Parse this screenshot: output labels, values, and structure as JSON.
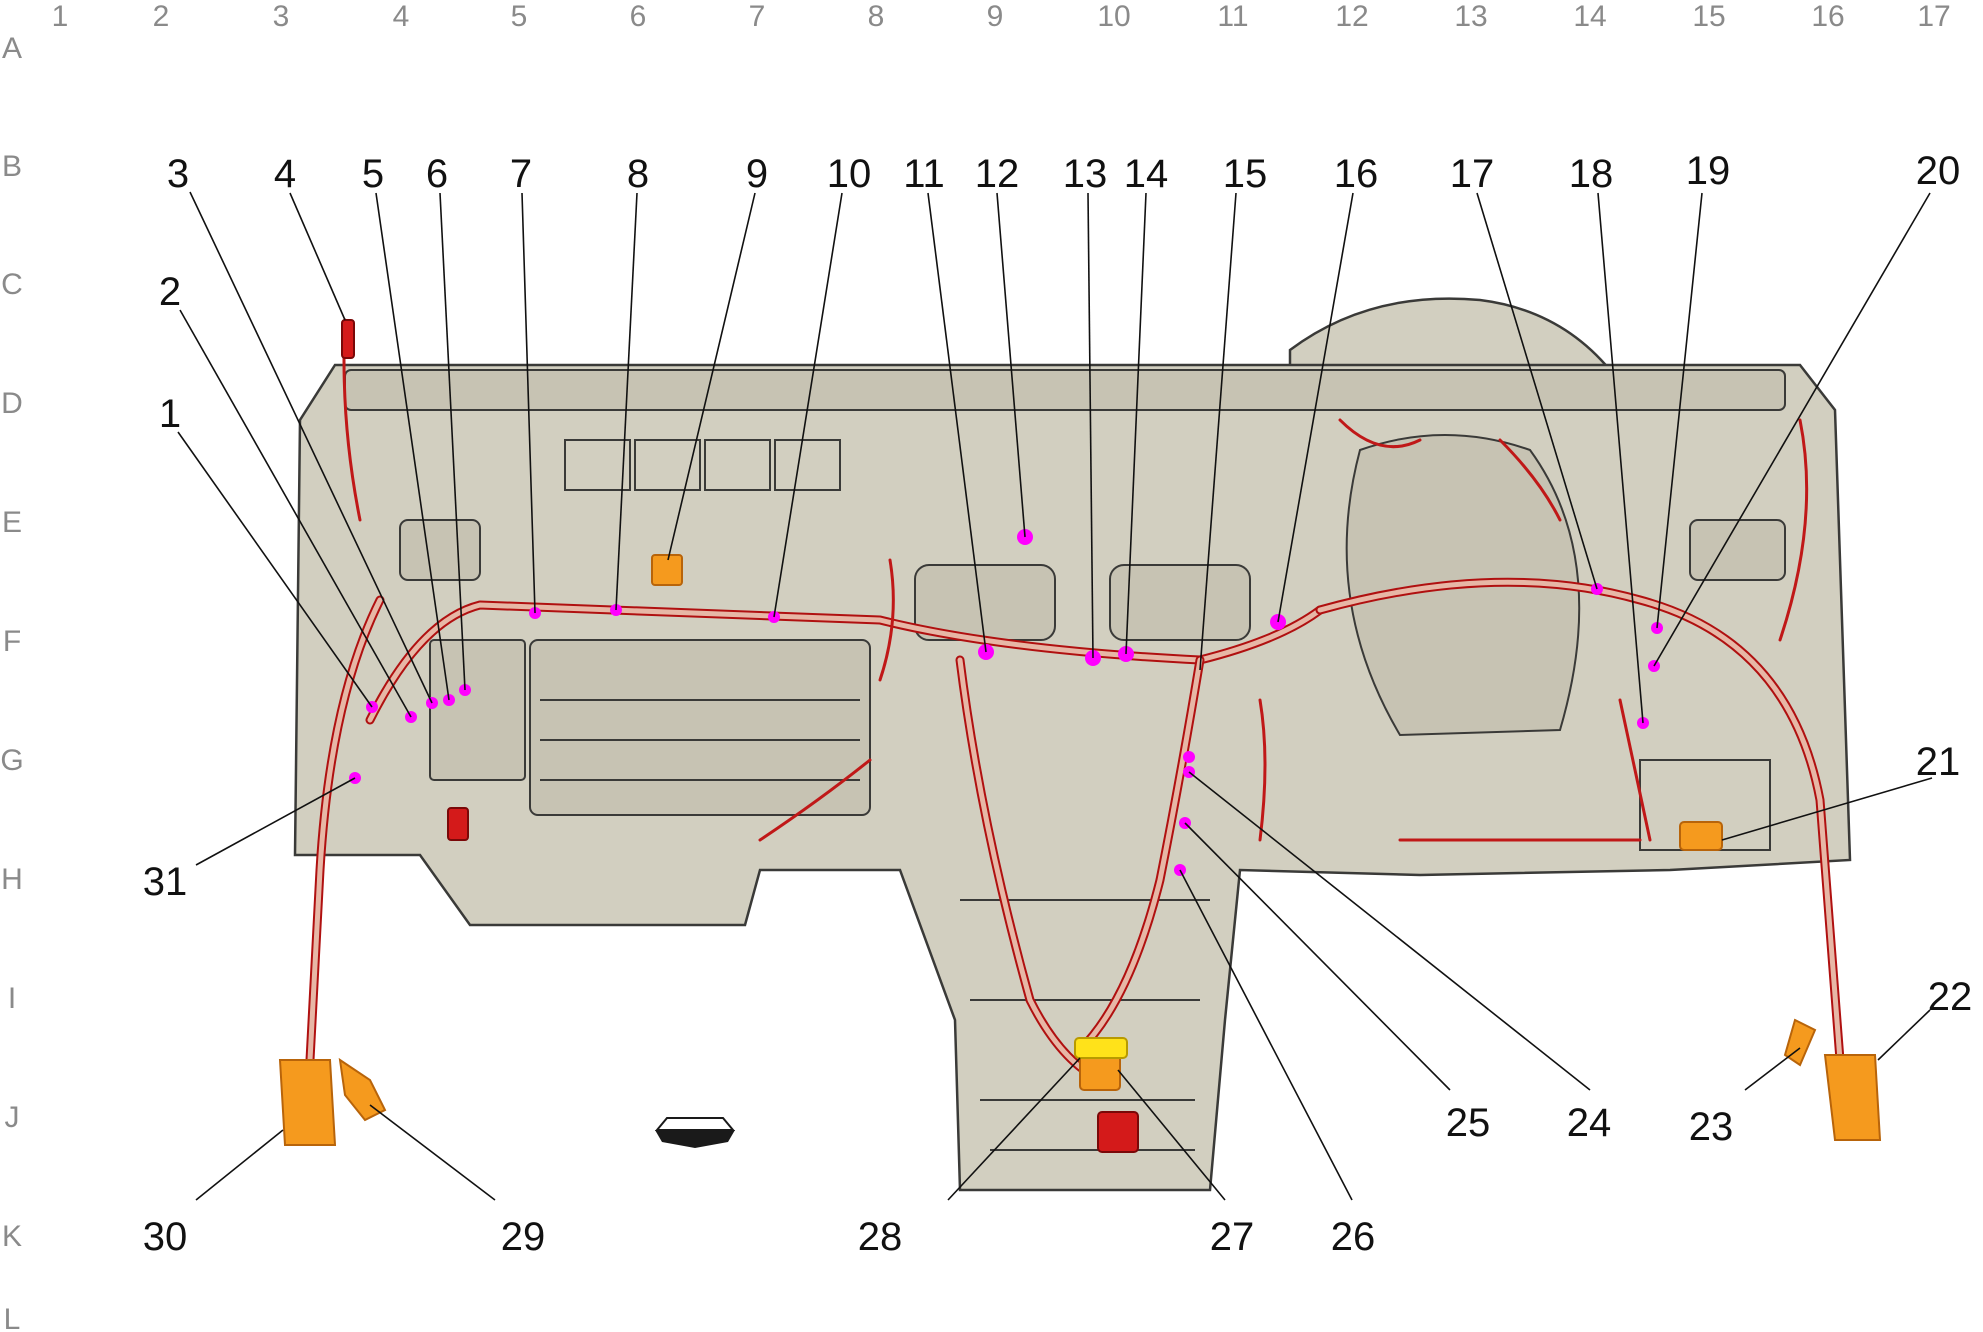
{
  "grid": {
    "columns": [
      "1",
      "2",
      "3",
      "4",
      "5",
      "6",
      "7",
      "8",
      "9",
      "10",
      "11",
      "12",
      "13",
      "14",
      "15",
      "16",
      "17"
    ],
    "rows": [
      "A",
      "B",
      "C",
      "D",
      "E",
      "F",
      "G",
      "H",
      "I",
      "J",
      "K",
      "L"
    ]
  },
  "callouts": [
    "1",
    "2",
    "3",
    "4",
    "5",
    "6",
    "7",
    "8",
    "9",
    "10",
    "11",
    "12",
    "13",
    "14",
    "15",
    "16",
    "17",
    "18",
    "19",
    "20",
    "21",
    "22",
    "23",
    "24",
    "25",
    "26",
    "27",
    "28",
    "29",
    "30",
    "31"
  ],
  "colors": {
    "harness": "#b01010",
    "splice_dot": "#ff00ff",
    "connector_orange": "#f59a1e",
    "connector_yellow": "#ffe21a",
    "panel": "#d2cfc0"
  },
  "icons": {
    "front_arrow": "front-direction-arrow-icon"
  }
}
